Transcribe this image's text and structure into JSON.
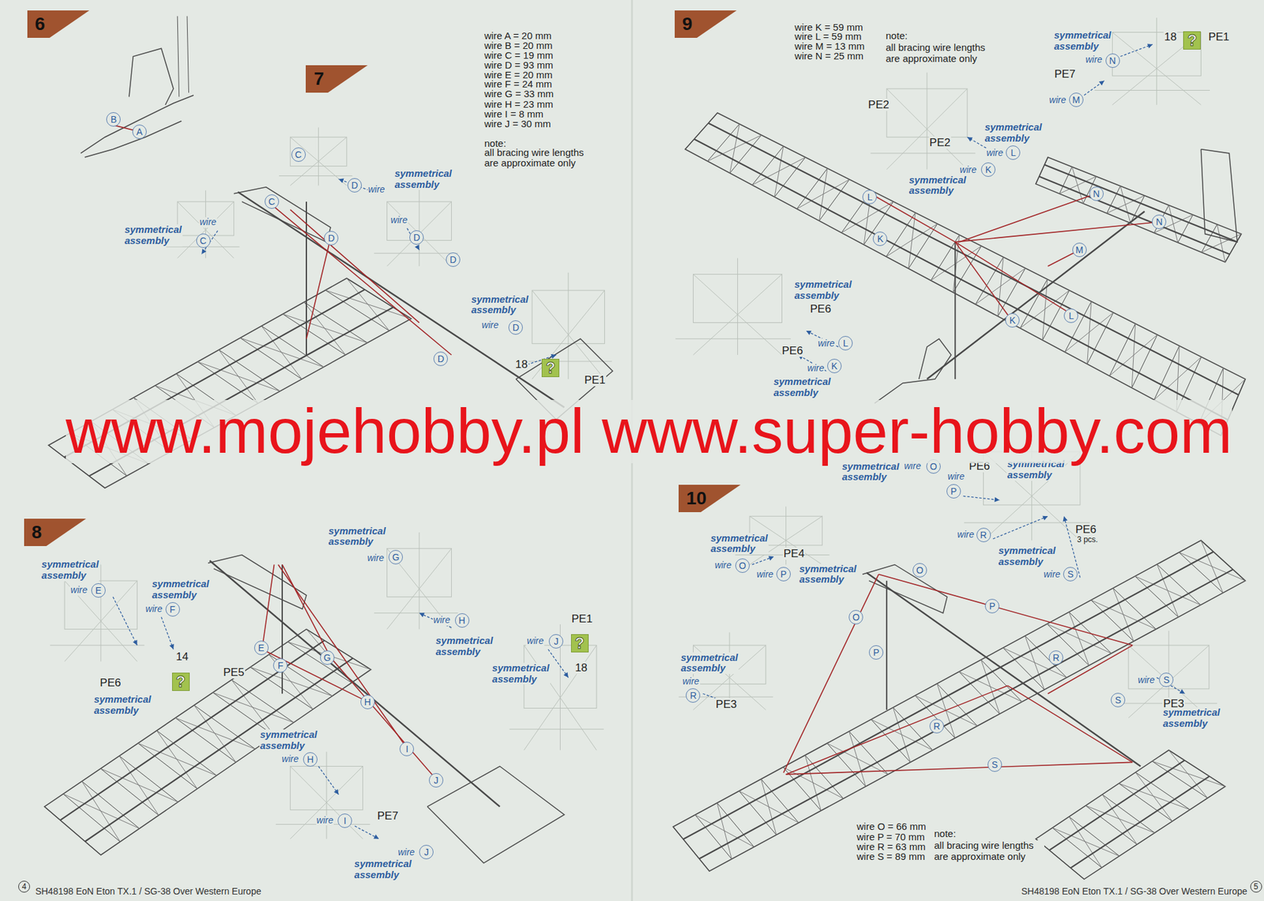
{
  "diagram": {
    "nodes": [
      {
        "text": [
          "6"
        ]
      },
      {
        "text": [
          "B"
        ]
      },
      {
        "text": [
          "A"
        ]
      },
      {
        "text": [
          "7"
        ]
      },
      {
        "text": [
          "C"
        ]
      },
      {
        "text": [
          "D"
        ]
      },
      {
        "text": [
          "C"
        ]
      },
      {
        "text": [
          "D"
        ]
      },
      {
        "text": [
          "C"
        ]
      },
      {
        "text": [
          "D"
        ]
      },
      {
        "text": [
          "D"
        ]
      },
      {
        "text": [
          "D"
        ]
      },
      {
        "text": [
          "D"
        ]
      },
      {
        "text": [
          "?"
        ]
      },
      {
        "text": [
          "8"
        ]
      },
      {
        "text": [
          "E"
        ]
      },
      {
        "text": [
          "F"
        ]
      },
      {
        "text": [
          "?"
        ]
      },
      {
        "text": [
          "G"
        ]
      },
      {
        "text": [
          "H"
        ]
      },
      {
        "text": [
          "E"
        ]
      },
      {
        "text": [
          "F"
        ]
      },
      {
        "text": [
          "G"
        ]
      },
      {
        "text": [
          "H"
        ]
      },
      {
        "text": [
          "I"
        ]
      },
      {
        "text": [
          "J"
        ]
      },
      {
        "text": [
          "J"
        ]
      },
      {
        "text": [
          "?"
        ]
      },
      {
        "text": [
          "H"
        ]
      },
      {
        "text": [
          "I"
        ]
      },
      {
        "text": [
          "J"
        ]
      },
      {
        "text": [
          "9"
        ]
      },
      {
        "text": [
          "N"
        ]
      },
      {
        "text": [
          "?"
        ]
      },
      {
        "text": [
          "M"
        ]
      },
      {
        "text": [
          "L"
        ]
      },
      {
        "text": [
          "K"
        ]
      },
      {
        "text": [
          "L"
        ]
      },
      {
        "text": [
          "K"
        ]
      },
      {
        "text": [
          "N"
        ]
      },
      {
        "text": [
          "M"
        ]
      },
      {
        "text": [
          "N"
        ]
      },
      {
        "text": [
          "K"
        ]
      },
      {
        "text": [
          "L"
        ]
      },
      {
        "text": [
          "L"
        ]
      },
      {
        "text": [
          "K"
        ]
      },
      {
        "text": [
          "O"
        ]
      },
      {
        "text": [
          "P"
        ]
      },
      {
        "text": [
          "R"
        ]
      },
      {
        "text": [
          "S"
        ]
      },
      {
        "text": [
          "10"
        ]
      },
      {
        "text": [
          "O"
        ]
      },
      {
        "text": [
          "P"
        ]
      },
      {
        "text": [
          "O"
        ]
      },
      {
        "text": [
          "P"
        ]
      },
      {
        "text": [
          "O"
        ]
      },
      {
        "text": [
          "P"
        ]
      },
      {
        "text": [
          "R"
        ]
      },
      {
        "text": [
          "S"
        ]
      },
      {
        "text": [
          "R"
        ]
      },
      {
        "text": [
          "S"
        ]
      },
      {
        "text": [
          "R"
        ]
      },
      {
        "text": [
          "S"
        ]
      },
      {
        "text": [
          "4"
        ]
      },
      {
        "text": [
          "5"
        ]
      }
    ],
    "labels": [
      "wire A = 20 mm",
      "wire B = 20 mm",
      "wire C = 19 mm",
      "wire D = 93 mm",
      "wire E = 20 mm",
      "wire F = 24 mm",
      "wire G = 33 mm",
      "wire H = 23 mm",
      "wire I = 8 mm",
      "wire J = 30 mm",
      "note:",
      "all bracing wire lengths are approximate only",
      "wire K = 59 mm",
      "wire L = 59 mm",
      "wire M = 13 mm",
      "wire N = 25 mm",
      "note:",
      "all bracing wire lengths are approximate only",
      "wire O = 66 mm",
      "wire P = 70 mm",
      "wire R = 63 mm",
      "wire S = 89 mm",
      "note:",
      "all bracing wire lengths are approximate only",
      "wire",
      "symmetrical assembly",
      "symmetrical assembly",
      "wire",
      "wire",
      "symmetrical assembly",
      "wire",
      "18",
      "PE1",
      "symmetrical assembly",
      "wire",
      "symmetrical assembly",
      "wire",
      "14",
      "PE6",
      "PE5",
      "symmetrical assembly",
      "symmetrical assembly",
      "wire",
      "wire",
      "symmetrical assembly",
      "PE1",
      "wire",
      "symmetrical assembly",
      "18",
      "symmetrical assembly",
      "wire",
      "wire",
      "PE7",
      "wire",
      "symmetrical assembly",
      "symmetrical assembly",
      "wire",
      "18",
      "PE1",
      "PE7",
      "wire",
      "PE2",
      "PE2",
      "symmetrical assembly",
      "wire",
      "wire",
      "symmetrical assembly",
      "symmetrical assembly",
      "PE6",
      "wire",
      "PE6",
      "wire",
      "symmetrical assembly",
      "symmetrical assembly",
      "wire",
      "PE6",
      "symmetrical assembly",
      "wire",
      "wire",
      "PE6",
      "3 pcs.",
      "symmetrical assembly",
      "wire",
      "symmetrical assembly",
      "PE4",
      "wire",
      "wire",
      "symmetrical assembly",
      "symmetrical assembly",
      "wire",
      "PE3",
      "wire",
      "PE3",
      "symmetrical assembly",
      "SH48198 EoN Eton TX.1 / SG-38 Over Western Europe",
      "SH48198 EoN Eton TX.1 / SG-38 Over Western Europe",
      "www.mojehobby.pl www.super-hobby.com"
    ]
  }
}
